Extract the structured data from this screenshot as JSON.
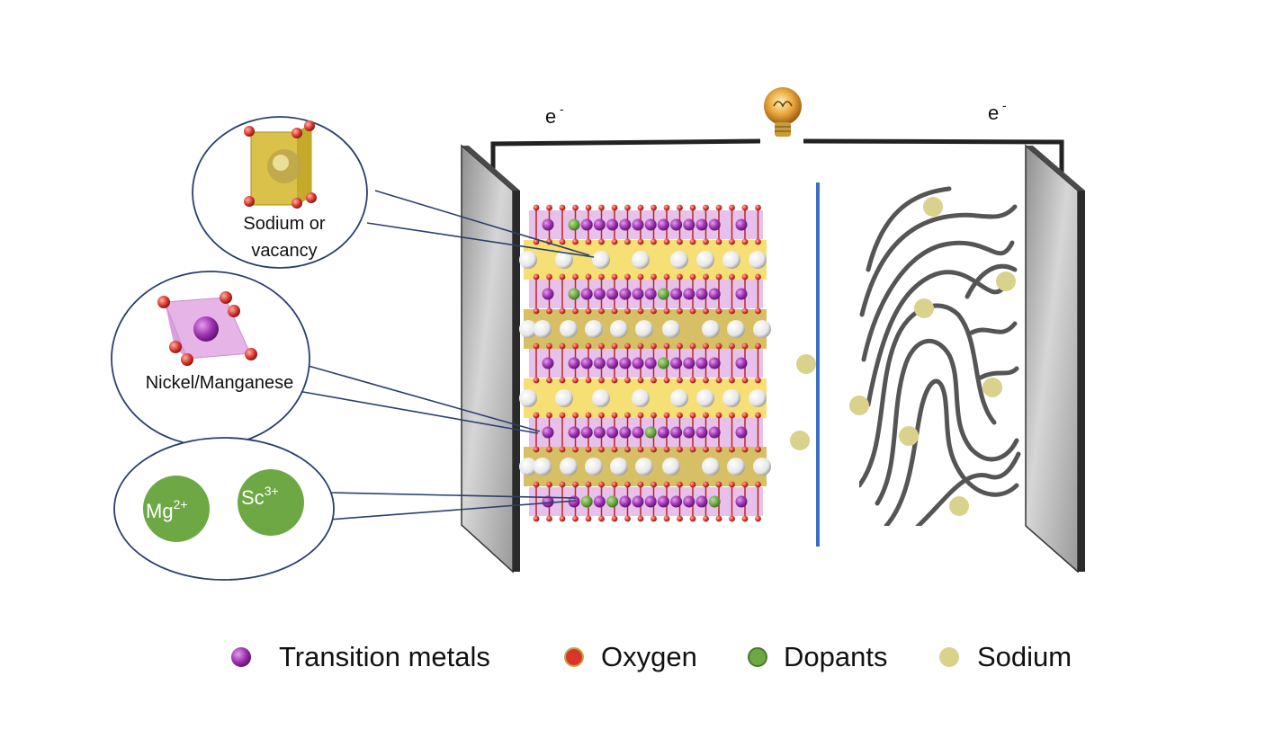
{
  "circuit": {
    "electron_left": "e",
    "electron_right": "e",
    "electron_sup": "-"
  },
  "callouts": {
    "sodium": {
      "line1": "Sodium or",
      "line2": "vacancy"
    },
    "tm": {
      "label": "Nickel/Manganese"
    },
    "dopants": {
      "mg": {
        "base": "Mg",
        "sup": "2+"
      },
      "sc": {
        "base": "Sc",
        "sup": "3+"
      }
    }
  },
  "legend": [
    {
      "label": "Transition metals",
      "color": "#9b2fae",
      "icon": "purple-circle-icon"
    },
    {
      "label": "Oxygen",
      "color": "#d9362b",
      "icon": "red-circle-icon"
    },
    {
      "label": "Dopants",
      "color": "#6ea845",
      "icon": "green-circle-icon"
    },
    {
      "label": "Sodium",
      "color": "#d9d28c",
      "icon": "sodium-circle-icon"
    }
  ],
  "colors": {
    "transition_metal": "#9b2fae",
    "oxygen": "#d9362b",
    "dopant": "#6ea845",
    "sodium": "#d9d28c",
    "separator": "#3a6fc4",
    "callout_border": "#2b3f6e",
    "layer_yellow": "#f3d447",
    "layer_pink": "#d48ed8"
  }
}
